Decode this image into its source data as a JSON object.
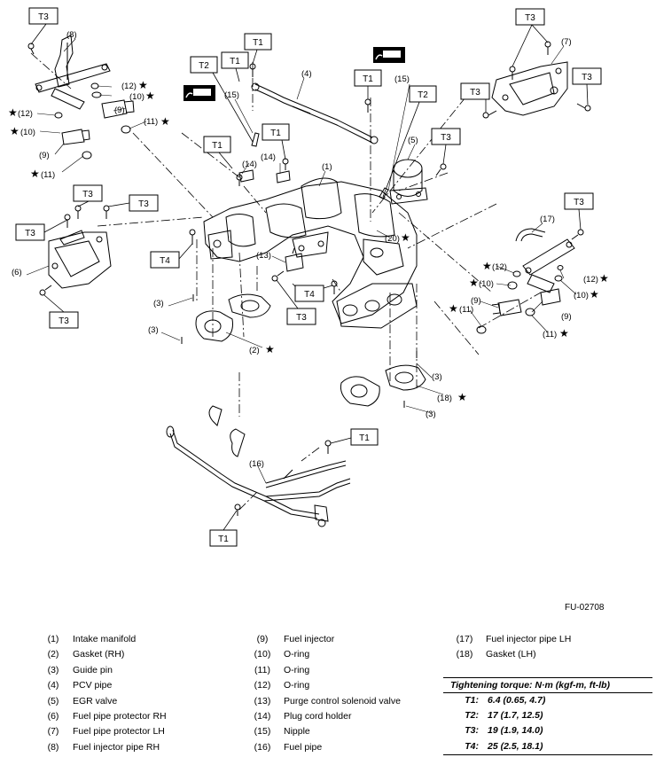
{
  "figure_id": "FU-02708",
  "tags": {
    "t1": "T1",
    "t2": "T2",
    "t3": "T3",
    "t4": "T4"
  },
  "callouts": {
    "c1": "(1)",
    "c2": "(2)",
    "c3": "(3)",
    "c4": "(4)",
    "c5": "(5)",
    "c6": "(6)",
    "c7": "(7)",
    "c8": "(8)",
    "c9": "(9)",
    "c10": "(10)",
    "c11": "(11)",
    "c12": "(12)",
    "c13": "(13)",
    "c14": "(14)",
    "c15": "(15)",
    "c16": "(16)",
    "c17": "(17)",
    "c18": "(18)",
    "c20": "(20)"
  },
  "star_glyph": "★",
  "legend": {
    "col1": [
      {
        "num": "(1)",
        "label": "Intake manifold"
      },
      {
        "num": "(2)",
        "label": "Gasket (RH)"
      },
      {
        "num": "(3)",
        "label": "Guide pin"
      },
      {
        "num": "(4)",
        "label": "PCV pipe"
      },
      {
        "num": "(5)",
        "label": "EGR valve"
      },
      {
        "num": "(6)",
        "label": "Fuel pipe protector RH"
      },
      {
        "num": "(7)",
        "label": "Fuel pipe protector LH"
      },
      {
        "num": "(8)",
        "label": "Fuel injector pipe RH"
      }
    ],
    "col2": [
      {
        "num": "(9)",
        "label": "Fuel injector"
      },
      {
        "num": "(10)",
        "label": "O-ring"
      },
      {
        "num": "(11)",
        "label": "O-ring"
      },
      {
        "num": "(12)",
        "label": "O-ring"
      },
      {
        "num": "(13)",
        "label": "Purge control solenoid valve"
      },
      {
        "num": "(14)",
        "label": "Plug cord holder"
      },
      {
        "num": "(15)",
        "label": "Nipple"
      },
      {
        "num": "(16)",
        "label": "Fuel pipe"
      }
    ],
    "col3": [
      {
        "num": "(17)",
        "label": "Fuel injector pipe LH"
      },
      {
        "num": "(18)",
        "label": "Gasket (LH)"
      }
    ]
  },
  "torque": {
    "title": "Tightening torque: N·m (kgf-m, ft-lb)",
    "rows": [
      {
        "tag": "T1:",
        "value": "6.4 (0.65, 4.7)"
      },
      {
        "tag": "T2:",
        "value": "17 (1.7, 12.5)"
      },
      {
        "tag": "T3:",
        "value": "19 (1.9, 14.0)"
      },
      {
        "tag": "T4:",
        "value": "25 (2.5, 18.1)"
      }
    ]
  }
}
